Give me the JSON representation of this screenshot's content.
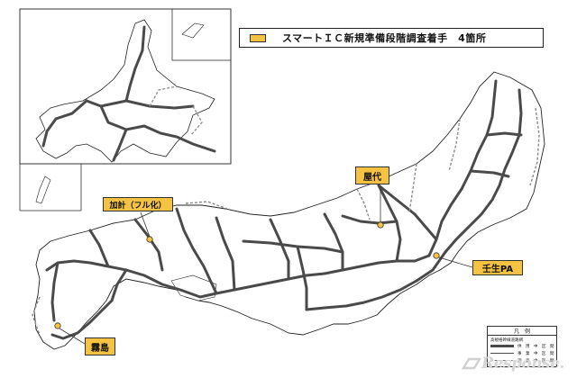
{
  "title_legend": {
    "text": "スマートＩＣ新規準備段階調査着手　4箇所",
    "swatch_color": "#f5c242"
  },
  "callouts": [
    {
      "id": "chiyoda",
      "label": "屋代",
      "highlight_color": "#f5c242"
    },
    {
      "id": "kakei",
      "label": "加計（フル化）",
      "highlight_color": "#f5c242"
    },
    {
      "id": "mibu",
      "label": "壬生PA",
      "highlight_color": "#f5c242"
    },
    {
      "id": "kirishima",
      "label": "霧島",
      "highlight_color": "#f5c242"
    }
  ],
  "legend": {
    "title": "凡　例",
    "subtitle": "高規格幹線道路網",
    "rows": [
      {
        "label": "供　用　中　区　間",
        "style": "solid-thick"
      },
      {
        "label": "事　業　中　区　間",
        "style": "solid-thin"
      },
      {
        "label": "調　査　中　区　間",
        "style": "dashed"
      }
    ]
  },
  "watermark": {
    "text": "Response."
  },
  "colors": {
    "road": "#4a4a4a",
    "road_light": "#8a8a8a",
    "coast": "#222222",
    "ic_point": "#f5c242"
  }
}
